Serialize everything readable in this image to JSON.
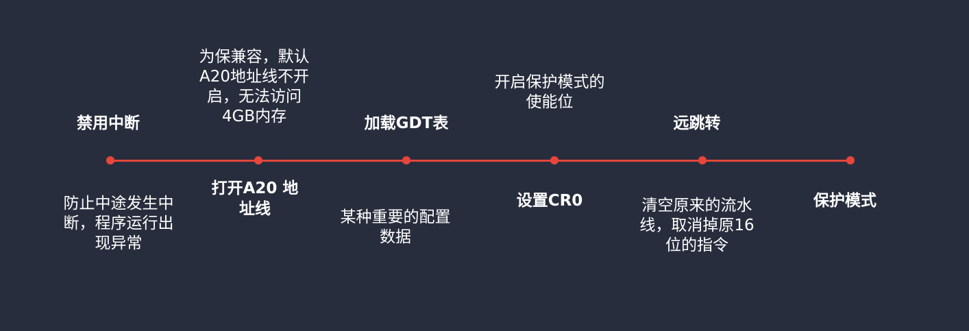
{
  "steps": [
    {
      "title": "禁用中断",
      "desc": [
        "防止中途发生中",
        "断，程序运行出",
        "现异常"
      ]
    },
    {
      "title": [
        "打开A20 地",
        "址线"
      ],
      "desc": [
        "为保兼容，默认",
        "A20地址线不开",
        "启，无法访问",
        "4GB内存"
      ]
    },
    {
      "title": "加载GDT表",
      "desc": [
        "某种重要的配置",
        "数据"
      ]
    },
    {
      "title": "设置CR0",
      "desc": [
        "开启保护模式的",
        "使能位"
      ]
    },
    {
      "title": "远跳转",
      "desc": [
        "清空原来的流水",
        "线，取消掉原16",
        "位的指令"
      ]
    },
    {
      "title": "保护模式"
    }
  ],
  "colors": {
    "background": "#282d3d",
    "accent": "#e8463b",
    "text": "#ffffff"
  }
}
